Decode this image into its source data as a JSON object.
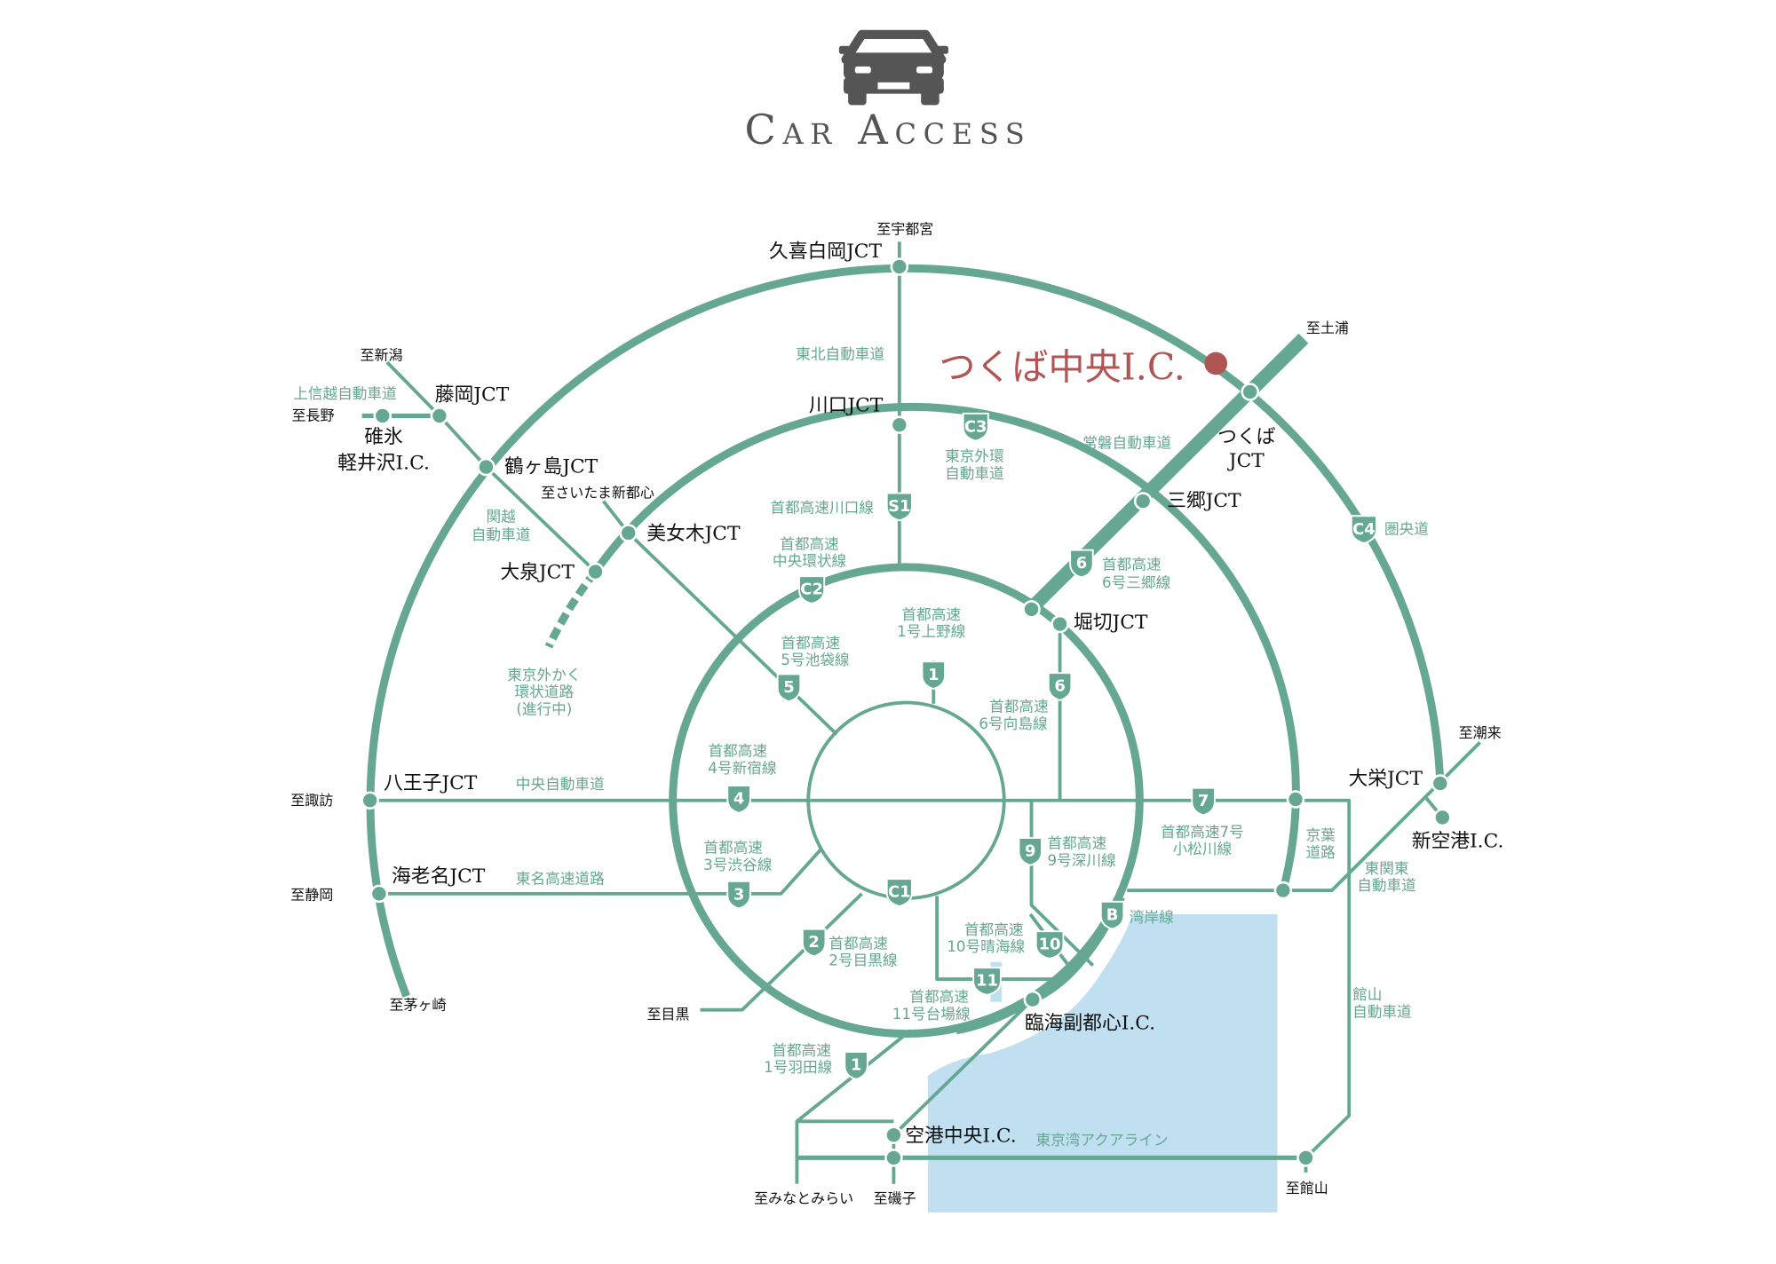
{
  "title": "Car Access",
  "colors": {
    "road": "#66a793",
    "highlight": "#b05553",
    "water": "#c0e0f2",
    "title": "#555555"
  },
  "icons": {
    "header": "car-icon"
  },
  "destination": "つくば中央I.C.",
  "labels": {
    "to_utsunomiya": "至宇都宮",
    "kuki_jct": "久喜白岡JCT",
    "to_niigata": "至新潟",
    "joshinetsu": "上信越自動車道",
    "fujioka_jct": "藤岡JCT",
    "to_nagano": "至長野",
    "usui": [
      "碓氷",
      "軽井沢I.C."
    ],
    "tsurugashima_jct": "鶴ヶ島JCT",
    "to_saitama": "至さいたま新都心",
    "kanetsu": [
      "関越",
      "自動車道"
    ],
    "bijogi_jct": "美女木JCT",
    "oizumi_jct": "大泉JCT",
    "gaikan_wip": [
      "東京外かく",
      "環状道路",
      "(進行中)"
    ],
    "tohoku": "東北自動車道",
    "kawaguchi_jct": "川口JCT",
    "gaikan": [
      "東京外環",
      "自動車道"
    ],
    "kawaguchi_line": "首都高速川口線",
    "central_loop": [
      "首都高速",
      "中央環状線"
    ],
    "joban": "常磐自動車道",
    "to_tsuchiura": "至土浦",
    "tsukuba_jct": [
      "つくば",
      "JCT"
    ],
    "misato_jct": "三郷JCT",
    "kenodo": "圏央道",
    "misato_line": [
      "首都高速",
      "6号三郷線"
    ],
    "horikiri_jct": "堀切JCT",
    "ueno_line": [
      "首都高速",
      "1号上野線"
    ],
    "ikebukuro_line": [
      "首都高速",
      "5号池袋線"
    ],
    "mukojima_line": [
      "首都高速",
      "6号向島線"
    ],
    "shinjuku_line": [
      "首都高速",
      "4号新宿線"
    ],
    "hachioji_jct": "八王子JCT",
    "to_suwa": "至諏訪",
    "chuo": "中央自動車道",
    "komatsugawa_line": [
      "首都高速7号",
      "小松川線"
    ],
    "keiyo": [
      "京葉",
      "道路"
    ],
    "taiei_jct": "大栄JCT",
    "to_itako": "至潮来",
    "shinkuko_ic": "新空港I.C.",
    "higashikanto": [
      "東関東",
      "自動車道"
    ],
    "fukagawa_line": [
      "首都高速",
      "9号深川線"
    ],
    "shibuya_line": [
      "首都高速",
      "3号渋谷線"
    ],
    "ebina_jct": "海老名JCT",
    "to_shizuoka": "至静岡",
    "tomei": "東名高速道路",
    "wangan": "湾岸線",
    "harumi_line": [
      "首都高速",
      "10号晴海線"
    ],
    "meguro_line": [
      "首都高速",
      "2号目黒線"
    ],
    "to_chigasaki": "至茅ヶ崎",
    "to_meguro": "至目黒",
    "daiba_line": [
      "首都高速",
      "11号台場線"
    ],
    "rinkai_ic": "臨海副都心I.C.",
    "tateyama": [
      "館山",
      "自動車道"
    ],
    "haneda_line": [
      "首都高速",
      "1号羽田線"
    ],
    "kuko_chuo_ic": "空港中央I.C.",
    "aqualine": "東京湾アクアライン",
    "to_minatomirai": "至みなとみらい",
    "to_isogo": "至磯子",
    "to_tateyama": "至館山"
  },
  "shields": {
    "c3": "C3",
    "s1": "S1",
    "c2": "C2",
    "c4": "C4",
    "r6a": "6",
    "r1": "1",
    "r5": "5",
    "r6b": "6",
    "r4": "4",
    "r7": "7",
    "r9": "9",
    "r3": "3",
    "c1": "C1",
    "b": "B",
    "r2": "2",
    "r10": "10",
    "r11": "11",
    "r1h": "1"
  }
}
